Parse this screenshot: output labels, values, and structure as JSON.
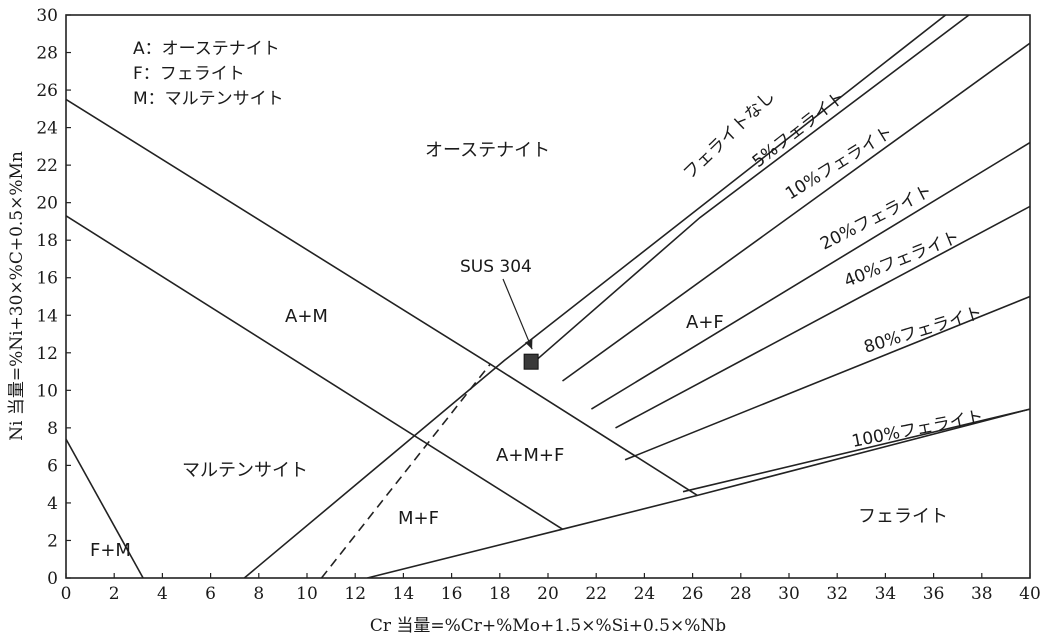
{
  "chart_data": {
    "type": "line",
    "title": "",
    "xlabel": "Cr 当量=%Cr+%Mo+1.5×%Si+0.5×%Nb",
    "ylabel": "Ni 当量=%Ni+30×%C+0.5×%Mn",
    "xlim": [
      0,
      40
    ],
    "ylim": [
      0,
      30
    ],
    "x_ticks": [
      "0",
      "2",
      "4",
      "6",
      "8",
      "10",
      "12",
      "14",
      "16",
      "18",
      "20",
      "22",
      "24",
      "26",
      "28",
      "30",
      "32",
      "34",
      "36",
      "38",
      "40"
    ],
    "y_ticks": [
      "0",
      "2",
      "4",
      "6",
      "8",
      "10",
      "12",
      "14",
      "16",
      "18",
      "20",
      "22",
      "24",
      "26",
      "28",
      "30"
    ],
    "grid": false,
    "legend": {
      "placement": "top-left",
      "entries": [
        "A：オーステナイト",
        "F：フェライト",
        "M：マルテンサイト"
      ]
    },
    "series": [
      {
        "name": "フェライトなし",
        "x": [
          7.4,
          18.2,
          36.5
        ],
        "y": [
          0,
          11.6,
          30
        ]
      },
      {
        "name": "5%フェライト",
        "x": [
          19.5,
          26.3,
          38.5
        ],
        "y": [
          11.6,
          19.2,
          31
        ]
      },
      {
        "name": "10%フェライト",
        "x": [
          20.6,
          40
        ],
        "y": [
          10.5,
          28.5
        ]
      },
      {
        "name": "20%フェライト",
        "x": [
          21.8,
          40
        ],
        "y": [
          9.0,
          23.2
        ]
      },
      {
        "name": "40%フェライト",
        "x": [
          22.8,
          40
        ],
        "y": [
          8.0,
          19.8
        ]
      },
      {
        "name": "80%フェライト",
        "x": [
          23.2,
          40
        ],
        "y": [
          6.3,
          15.0
        ]
      },
      {
        "name": "100%フェライト",
        "x": [
          25.6,
          40
        ],
        "y": [
          4.6,
          9.0
        ]
      },
      {
        "x": [
          0,
          17.6,
          26.2
        ],
        "y": [
          25.5,
          11.4,
          4.4
        ]
      },
      {
        "x": [
          0,
          20.6
        ],
        "y": [
          19.3,
          2.6
        ]
      },
      {
        "x": [
          12.5,
          20.6,
          26.2,
          40
        ],
        "y": [
          0,
          2.6,
          4.4,
          9.0
        ]
      },
      {
        "x": [
          0,
          3.2
        ],
        "y": [
          7.4,
          0
        ]
      },
      {
        "x": [
          10.6,
          17.6
        ],
        "y": [
          0,
          11.4
        ],
        "style": "dashed"
      }
    ],
    "regions": [
      "オーステナイト",
      "A+M",
      "A+F",
      "A+M+F",
      "マルテンサイト",
      "M+F",
      "F+M",
      "フェライト"
    ],
    "annotations": [
      {
        "text": "SUS 304",
        "x": 19.3,
        "y": 11.5,
        "marker": "square"
      }
    ]
  }
}
